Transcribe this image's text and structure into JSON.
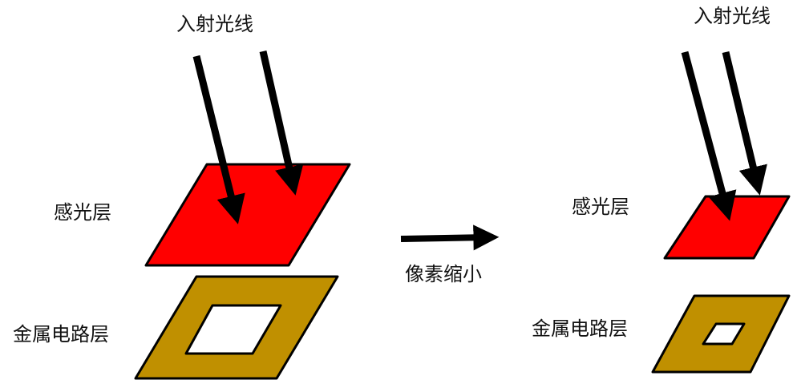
{
  "colors": {
    "photosensitive_fill": "#ff0000",
    "metal_fill": "#c09000",
    "outline": "#000000",
    "arrow": "#000000",
    "background": "#ffffff"
  },
  "left": {
    "incident_light_label": "入射光线",
    "photosensitive_layer_label": "感光层",
    "metal_circuit_layer_label": "金属电路层"
  },
  "middle": {
    "transition_label": "像素缩小"
  },
  "right": {
    "incident_light_label": "入射光线",
    "photosensitive_layer_label": "感光层",
    "metal_circuit_layer_label": "金属电路层"
  }
}
